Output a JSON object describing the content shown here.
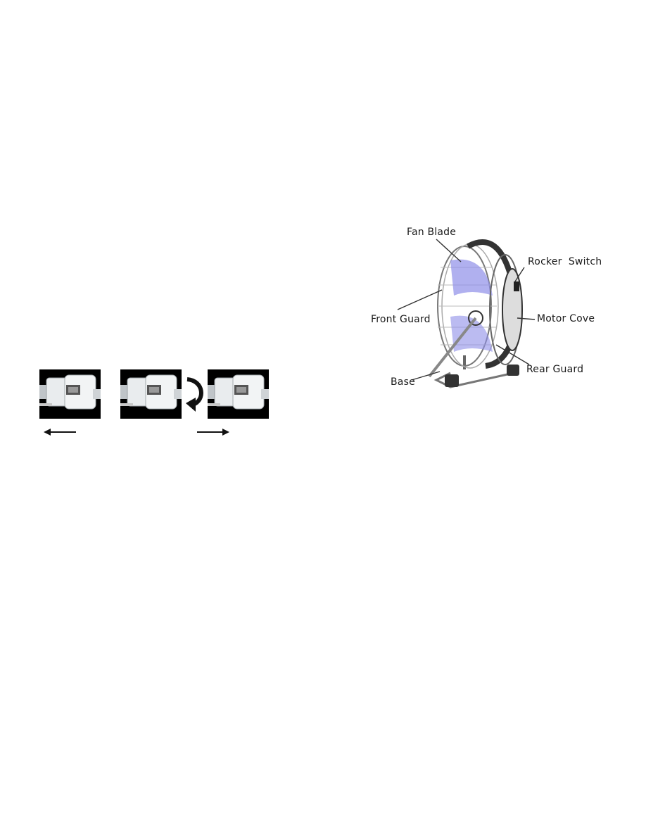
{
  "plug_sequence": {
    "panels": [
      "plug-photo-1",
      "plug-photo-2",
      "plug-photo-3"
    ],
    "arrows": [
      "left-arrow",
      "rotate-arrow",
      "right-arrow"
    ]
  },
  "fan_diagram": {
    "labels": {
      "fan_blade": "Fan Blade",
      "rocker_switch": "Rocker  Switch",
      "front_guard": "Front Guard",
      "motor_cove": "Motor Cove",
      "rear_guard": "Rear Guard",
      "base": "Base"
    }
  }
}
